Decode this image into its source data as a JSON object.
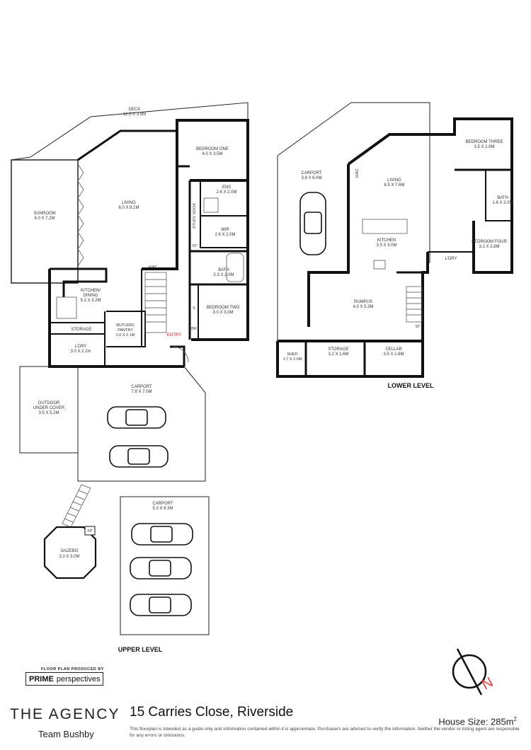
{
  "upper_level": {
    "label": "UPPER LEVEL",
    "rooms": [
      {
        "name": "DECK",
        "dims": "12.5 X 3.0M"
      },
      {
        "name": "BEDROOM ONE",
        "dims": "4.0 X 3.5M"
      },
      {
        "name": "ENS",
        "dims": "2.6 X 2.0M"
      },
      {
        "name": "STUDY NOOK",
        "dims": ""
      },
      {
        "name": "WIR",
        "dims": "2.6 X 2.0M"
      },
      {
        "name": "SUNROOM",
        "dims": "4.0 X 7.2M"
      },
      {
        "name": "LIVING",
        "dims": "6.0 X 8.1M"
      },
      {
        "name": "H/AC",
        "dims": ""
      },
      {
        "name": "ST",
        "dims": ""
      },
      {
        "name": "BATH",
        "dims": "2.3 X 2.0M"
      },
      {
        "name": "KITCHEN/",
        "dims": ""
      },
      {
        "name": "DINING",
        "dims": "5.3 X 3.2M"
      },
      {
        "name": "S",
        "dims": ""
      },
      {
        "name": "BEDROOM TWO",
        "dims": "3.0 X 3.0M"
      },
      {
        "name": "BUTLERS",
        "dims": ""
      },
      {
        "name": "PANTRY",
        "dims": "2.0 X 2.1M"
      },
      {
        "name": "STORAGE",
        "dims": ""
      },
      {
        "name": "BR",
        "dims": ""
      },
      {
        "name": "L'DRY",
        "dims": "3.0 X 2.2m"
      },
      {
        "name": "CARPORT",
        "dims": "7.8 X 7.0M"
      },
      {
        "name": "OUTDOOR",
        "dims": ""
      },
      {
        "name": "UNDER COVER",
        "dims": "3.5 X 5.2M"
      },
      {
        "name": "CARPORT",
        "dims": "5.3 X 8.3M"
      },
      {
        "name": "GAZEBO",
        "dims": "3.0 X 3.0M"
      },
      {
        "name": "FP",
        "dims": ""
      }
    ],
    "entry": "ENTRY"
  },
  "lower_level": {
    "label": "LOWER LEVEL",
    "rooms": [
      {
        "name": "BEDROOM THREE",
        "dims": "3.5 X 2.9M"
      },
      {
        "name": "CARPORT",
        "dims": "3.8 X 6.0M"
      },
      {
        "name": "H/AC",
        "dims": ""
      },
      {
        "name": "LIVING",
        "dims": "6.5 X 7.6M"
      },
      {
        "name": "BATH",
        "dims": "1.6 X 2.0M"
      },
      {
        "name": "KITCHEN",
        "dims": "3.5 X 3.0M"
      },
      {
        "name": "BEDROOM FOUR",
        "dims": "3.1 X 2.8M"
      },
      {
        "name": "L'DRY",
        "dims": ""
      },
      {
        "name": "RUMPUS",
        "dims": "4.0 X 5.3M"
      },
      {
        "name": "ST",
        "dims": ""
      },
      {
        "name": "SHED",
        "dims": "1.7 X 2.0M"
      },
      {
        "name": "STORAGE",
        "dims": "3.2 X 1.6M"
      },
      {
        "name": "CELLAR",
        "dims": "3.5 X 1.6M"
      }
    ]
  },
  "producer": {
    "caption": "FLOOR PLAN PRODUCED BY",
    "brand_bold": "PRIME",
    "brand_rest": "perspectives"
  },
  "agency": {
    "name": "THE AGENCY",
    "team": "Team Bushby"
  },
  "listing": {
    "address": "15 Carries Close, Riverside",
    "house_size": "House Size: 285m",
    "house_size_unit": "2",
    "disclaimer": "This floorplan is intended as a guide only and information contained within it is approximate. Purchasers are advised to verify the information. Neither the vendor or listing agent are responsible for any errors or omissions."
  },
  "compass": {
    "north_letter": "N",
    "north_color": "#e23b3b"
  }
}
